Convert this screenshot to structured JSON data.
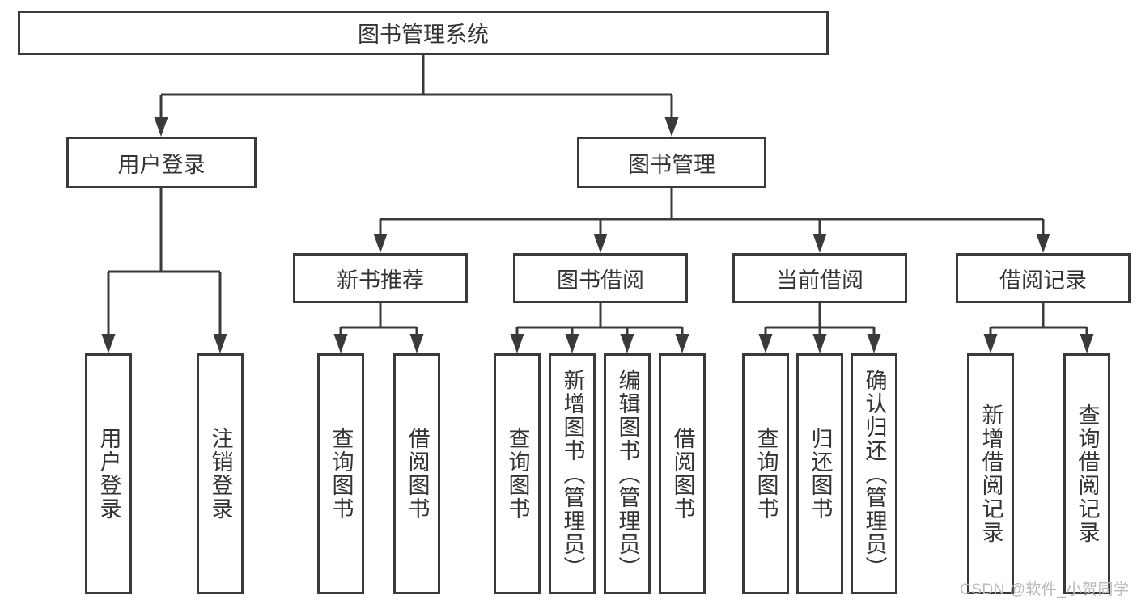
{
  "diagram": {
    "root": {
      "label": "图书管理系统"
    },
    "user_login": {
      "label": "用户登录",
      "children": [
        {
          "label": "用户登录"
        },
        {
          "label": "注销登录"
        }
      ]
    },
    "book_mgmt": {
      "label": "图书管理",
      "groups": [
        {
          "label": "新书推荐",
          "children": [
            {
              "label": "查询图书"
            },
            {
              "label": "借阅图书"
            }
          ]
        },
        {
          "label": "图书借阅",
          "children": [
            {
              "label": "查询图书"
            },
            {
              "label": "新增图书（管理员）"
            },
            {
              "label": "编辑图书（管理员）"
            },
            {
              "label": "借阅图书"
            }
          ]
        },
        {
          "label": "当前借阅",
          "children": [
            {
              "label": "查询图书"
            },
            {
              "label": "归还图书"
            },
            {
              "label": "确认归还（管理员）"
            }
          ]
        },
        {
          "label": "借阅记录",
          "children": [
            {
              "label": "新增借阅记录"
            },
            {
              "label": "查询借阅记录"
            }
          ]
        }
      ]
    },
    "watermark": "CSDN @软件_小贺同学",
    "colors": {
      "line": "#3a3a3a",
      "text": "#333333",
      "background": "#ffffff",
      "watermark": "#b9b9b9"
    }
  }
}
